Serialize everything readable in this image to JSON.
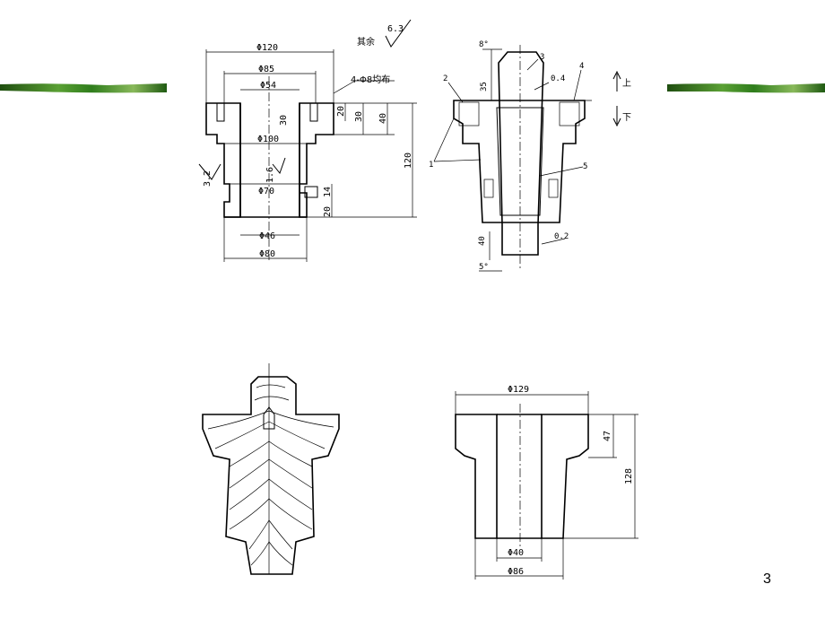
{
  "slide": {
    "page_number": "3",
    "accent_colors": [
      "#1f5a12",
      "#2f7d1c",
      "#5aa034"
    ]
  },
  "drawing_part": {
    "roughness_rest_label": "其余",
    "roughness_rest_value": "6.3",
    "hole_note": "4-Φ8均布",
    "dims": {
      "d120": "Φ120",
      "d85": "Φ85",
      "d54": "Φ54",
      "d100": "Φ100",
      "d70": "Φ70",
      "d46": "Φ46",
      "d80": "Φ80",
      "h20": "20",
      "h30a": "30",
      "h30b": "30",
      "h40": "40",
      "h120": "120",
      "h14": "14",
      "h20b": "20",
      "r32": "3.2",
      "r16": "1.6"
    }
  },
  "drawing_mold": {
    "labels": [
      "1",
      "2",
      "3",
      "4",
      "5"
    ],
    "angle_top": "8°",
    "angle_bottom": "5°",
    "h35": "35",
    "h40": "40",
    "gap_top": "0.4",
    "gap_bottom": "0.2",
    "up": "上",
    "down": "下"
  },
  "drawing_blank": {
    "d129": "Φ129",
    "d40": "Φ40",
    "d86": "Φ86",
    "h47": "47",
    "h128": "128"
  }
}
